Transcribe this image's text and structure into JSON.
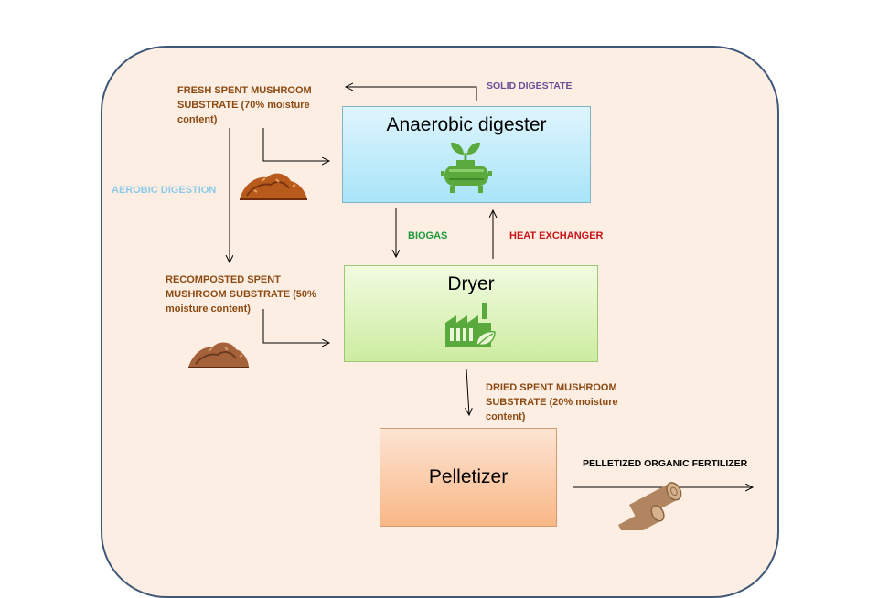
{
  "boxes": {
    "digester": "Anaerobic digester",
    "dryer": "Dryer",
    "pelletizer": "Pelletizer"
  },
  "labels": {
    "fresh": "FRESH SPENT MUSHROOM\nSUBSTRATE  (70% moisture\ncontent)",
    "aerobic": "AEROBIC DIGESTION",
    "recomposted": "RECOMPOSTED SPENT\nMUSHROOM SUBSTRATE  (50%\nmoisture content)",
    "solid_digestate": "SOLID DIGESTATE",
    "biogas": "BIOGAS",
    "heat_exchanger": "HEAT EXCHANGER",
    "dried": "DRIED SPENT MUSHROOM\nSUBSTRATE  (20% moisture\ncontent)",
    "pelletized": "PELLETIZED  ORGANIC FERTILIZER"
  },
  "colors": {
    "panel_border": "#3f5877",
    "panel_fill": "#fdeee3",
    "substrate_text": "#8c4a12",
    "biogas_text": "#1f9a3c",
    "heat_text": "#c9141b",
    "digestate_text": "#6a4f96",
    "aerobic_text": "#8ccbe8",
    "icon_green": "#5aa93c"
  },
  "icons": [
    "digester-tank-icon",
    "factory-leaf-icon",
    "compost-pile-icon",
    "fertilizer-pellets-icon"
  ]
}
